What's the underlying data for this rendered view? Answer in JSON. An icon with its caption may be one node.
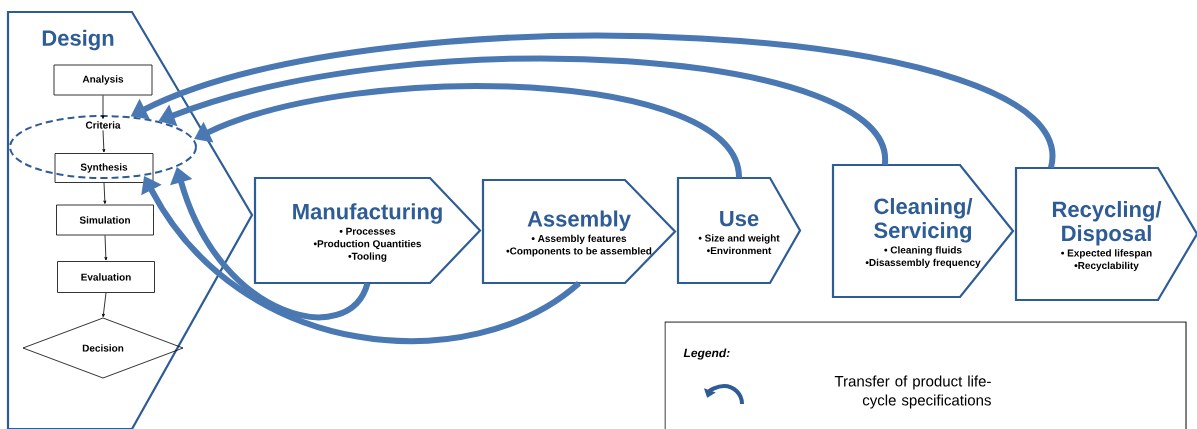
{
  "diagram": {
    "nodes": [
      {
        "text": [
          "Design"
        ]
      },
      {
        "text": [
          "Analysis"
        ],
        "in": 0
      },
      {
        "text": [],
        "shape": "ellipse",
        "in": 0
      },
      {
        "text": [
          "Criteria"
        ],
        "in": 2
      },
      {
        "text": [
          "Synthesis"
        ],
        "in": 0
      },
      {
        "text": [
          "Simulation"
        ],
        "in": 0
      },
      {
        "text": [
          "Evaluation"
        ],
        "in": 0
      },
      {
        "text": [
          "Decision"
        ],
        "in": 0
      },
      {
        "text": [
          "Manufacturing",
          "• Processes",
          "•Production Quantities",
          "•Tooling"
        ]
      },
      {
        "text": [
          "Assembly",
          "• Assembly features",
          "•Components to be assembled"
        ]
      },
      {
        "text": [
          "Use",
          "• Size and weight",
          "•Environment"
        ]
      },
      {
        "text": [
          "Cleaning/ Servicing",
          "• Cleaning fluids",
          "•Disassembly frequency"
        ]
      },
      {
        "text": [
          "Recycling/ Disposal",
          "• Expected lifespan",
          "•Recyclability"
        ]
      }
    ],
    "edges": [
      {
        "from": 1,
        "to": 3,
        "arrow": "to"
      },
      {
        "from": 3,
        "to": 4,
        "arrow": "to"
      },
      {
        "from": 4,
        "to": 5,
        "arrow": "to"
      },
      {
        "from": 5,
        "to": 6,
        "arrow": "to"
      },
      {
        "from": 6,
        "to": 7,
        "arrow": "to"
      },
      {
        "from": 12,
        "to": 2,
        "arrow": "to",
        "style": "thick",
        "color": "#4a78b2"
      },
      {
        "from": 11,
        "to": 2,
        "arrow": "to",
        "style": "thick",
        "color": "#4a78b2"
      },
      {
        "from": 10,
        "to": 2,
        "arrow": "to",
        "style": "thick",
        "color": "#4a78b2"
      },
      {
        "from": 8,
        "to": 2,
        "arrow": "to",
        "style": "thick",
        "color": "#4a78b2"
      },
      {
        "from": 9,
        "to": 2,
        "arrow": "to",
        "style": "thick",
        "color": "#4a78b2"
      }
    ],
    "labels": [
      "Legend:"
    ],
    "legend": [
      {
        "text": "Transfer of product life-cycle specifications"
      }
    ]
  }
}
